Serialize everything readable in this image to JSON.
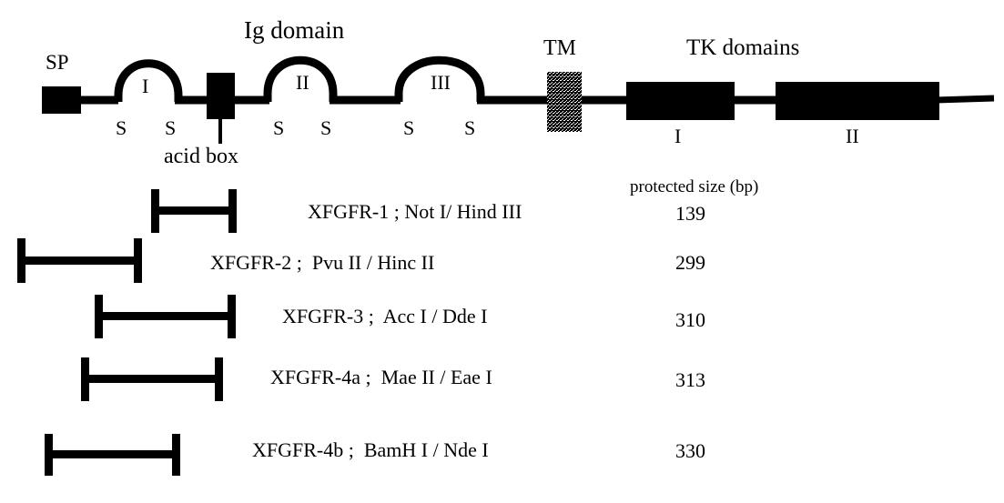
{
  "figure": {
    "title_text": "",
    "ink_color": "#000000",
    "background_color": "#ffffff"
  },
  "receptor": {
    "labels": {
      "sp": "SP",
      "ig_domain": "Ig domain",
      "acid_box": "acid box",
      "tm": "TM",
      "tk_domains": "TK domains"
    },
    "ig_loops": [
      {
        "roman": "I"
      },
      {
        "roman": "II"
      },
      {
        "roman": "III"
      }
    ],
    "cysteines": [
      "S",
      "S",
      "S",
      "S",
      "S",
      "S"
    ],
    "tk_boxes": [
      {
        "roman": "I"
      },
      {
        "roman": "II"
      }
    ]
  },
  "probe_table": {
    "size_header": "protected size (bp)",
    "rows": [
      {
        "name": "XFGFR-1 ; Not I/ Hind III",
        "protected_size": "139"
      },
      {
        "name": "XFGFR-2 ;  Pvu II / Hinc II",
        "protected_size": "299"
      },
      {
        "name": "XFGFR-3 ;  Acc I / Dde I",
        "protected_size": "310"
      },
      {
        "name": "XFGFR-4a ;  Mae II / Eae I",
        "protected_size": "313"
      },
      {
        "name": "XFGFR-4b ;  BamH I / Nde I",
        "protected_size": "330"
      }
    ]
  }
}
